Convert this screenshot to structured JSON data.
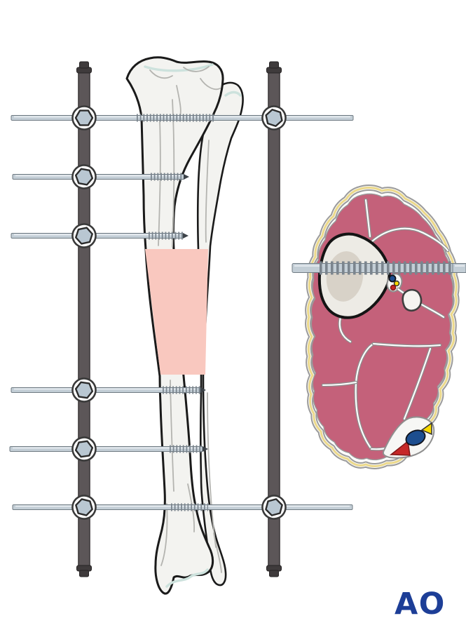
{
  "logo": {
    "text": "AO"
  },
  "colors": {
    "background": "#ffffff",
    "bone_fill": "#f3f3f0",
    "bone_outline": "#1a1a1a",
    "bone_inner_line": "#b4b4b0",
    "cartilage": "#cde2dd",
    "fracture_zone": "#f9c8bf",
    "rod": "#5c5658",
    "rod_dark": "#3f3b3c",
    "pin": "#c3ced6",
    "pin_edge": "#6f7a82",
    "thread": "#7b858e",
    "clamp_nut": "#b9c7d2",
    "skin": "#9b9b9b",
    "fat": "#ecd98b",
    "muscle": "#c4617a",
    "septa": "#ffffff",
    "septa_edge": "#8f8f8f",
    "section_bone_fill": "#edebe5",
    "section_bone_inner": "#d8d2c8",
    "vein_blue": "#1d4e8f",
    "nerve_yellow": "#f8d900",
    "artery_red": "#c62828",
    "logo_blue": "#1d3e97"
  },
  "figure": {
    "frontal_view": "tibia-fibula-with-modular-external-fixator",
    "fixator": {
      "rods": 2,
      "pins": 6,
      "clamps": 8
    },
    "cross_section_view": "lower-leg-axial-section-with-transfixing-pin"
  }
}
